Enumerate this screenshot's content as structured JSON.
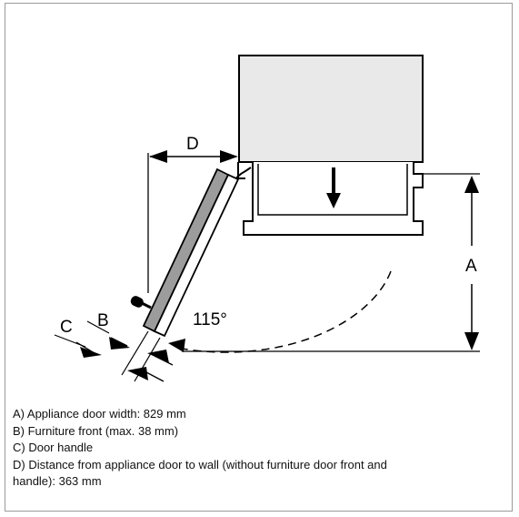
{
  "diagram": {
    "label_a": "A",
    "label_b": "B",
    "label_c": "C",
    "label_d": "D",
    "angle": "115°"
  },
  "legend": [
    "A) Appliance door width: 829 mm",
    "B) Furniture front (max. 38 mm)",
    "C) Door handle",
    "D) Distance from appliance door to wall (without furniture door front and",
    "handle): 363 mm"
  ],
  "colors": {
    "line": "#000000",
    "panel_fill": "#e9e9e9",
    "furniture_front": "#9c9c9c",
    "border": "#9a9a9a"
  }
}
